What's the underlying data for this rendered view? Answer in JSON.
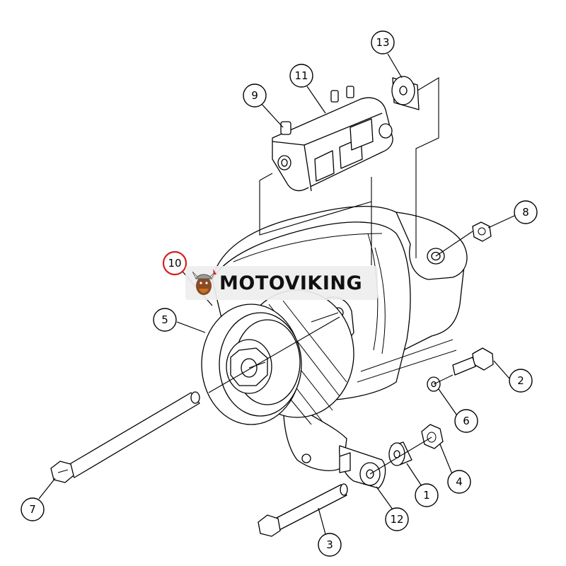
{
  "diagram": {
    "callouts": [
      {
        "id": "c1",
        "label": "1"
      },
      {
        "id": "c2",
        "label": "2"
      },
      {
        "id": "c3",
        "label": "3"
      },
      {
        "id": "c4",
        "label": "4"
      },
      {
        "id": "c5",
        "label": "5"
      },
      {
        "id": "c6",
        "label": "6"
      },
      {
        "id": "c7",
        "label": "7"
      },
      {
        "id": "c8",
        "label": "8"
      },
      {
        "id": "c9",
        "label": "9"
      },
      {
        "id": "c10",
        "label": "10"
      },
      {
        "id": "c11",
        "label": "11"
      },
      {
        "id": "c12",
        "label": "12"
      },
      {
        "id": "c13",
        "label": "13"
      }
    ],
    "highlight_color": "#d42020",
    "line_color": "#000000"
  },
  "watermark": {
    "text": "MOTOVIKING"
  }
}
